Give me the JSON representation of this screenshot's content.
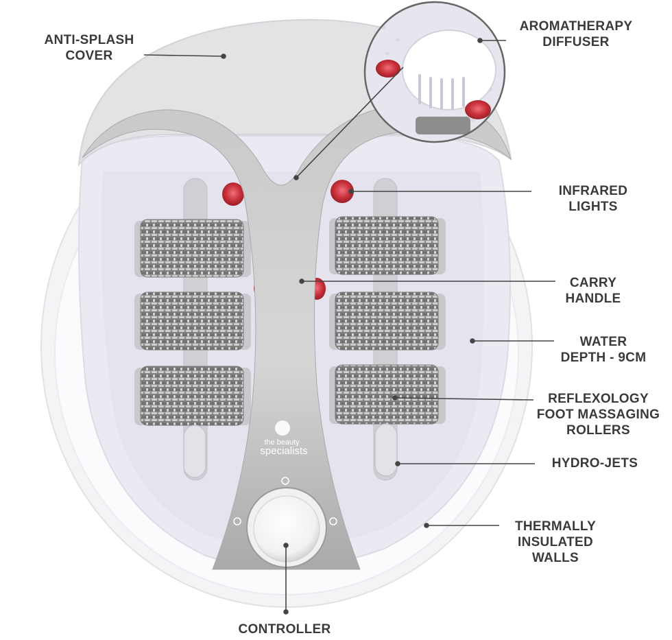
{
  "brand": {
    "line1": "the beauty",
    "line2": "specialists"
  },
  "callouts": {
    "anti_splash_cover": [
      "ANTI-SPLASH",
      "COVER"
    ],
    "aromatherapy_diffuser": [
      "AROMATHERAPY",
      "DIFFUSER"
    ],
    "infrared_lights": [
      "INFRARED",
      "LIGHTS"
    ],
    "carry_handle": [
      "CARRY",
      "HANDLE"
    ],
    "water_depth": [
      "WATER",
      "DEPTH - 9CM"
    ],
    "reflexology_rollers": [
      "REFLEXOLOGY",
      "FOOT MASSAGING",
      "ROLLERS"
    ],
    "hydro_jets": [
      "HYDRO-JETS"
    ],
    "thermally_insulated_walls": [
      "THERMALLY",
      "INSULATED",
      "WALLS"
    ],
    "controller": [
      "CONTROLLER"
    ]
  },
  "colors": {
    "label_text": "#3a3a3a",
    "leader_line": "#444444",
    "body_white": "#f7f7f9",
    "handle_grey": "#b9b9b9",
    "basin_lavender": "#e9e8f1",
    "roller_grey": "#8a8a8a",
    "infrared_red": "#c8303a"
  }
}
